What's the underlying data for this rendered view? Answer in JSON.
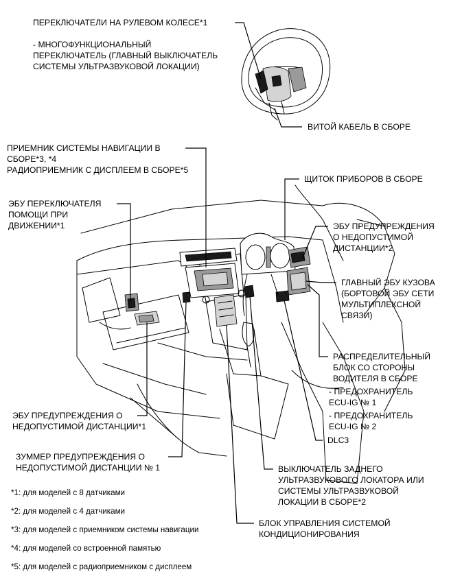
{
  "labels": {
    "steering_switches": "ПЕРЕКЛЮЧАТЕЛИ НА РУЛЕВОМ КОЛЕСЕ*1",
    "multifunction_switch": "- МНОГОФУНКЦИОНАЛЬНЫЙ\nПЕРЕКЛЮЧАТЕЛЬ (ГЛАВНЫЙ ВЫКЛЮЧАТЕЛЬ\nСИСТЕМЫ УЛЬТРАЗВУКОВОЙ ЛОКАЦИИ)",
    "spiral_cable": "ВИТОЙ КАБЕЛЬ В СБОРЕ",
    "navigation_receiver": "ПРИЕМНИК СИСТЕМЫ НАВИГАЦИИ В\nСБОРЕ*3, *4\nРАДИОПРИЕМНИК С ДИСПЛЕЕМ В СБОРЕ*5",
    "instrument_panel": "ЩИТОК ПРИБОРОВ В СБОРЕ",
    "driving_support_ecu": "ЭБУ ПЕРЕКЛЮЧАТЕЛЯ\nПОМОЩИ ПРИ\nДВИЖЕНИИ*1",
    "clearance_warning_ecu_2": "ЭБУ ПРЕДУПРЕЖДЕНИЯ\nО НЕДОПУСТИМОЙ\nДИСТАНЦИИ*2",
    "main_body_ecu": "ГЛАВНЫЙ ЭБУ КУЗОВА\n(БОРТОВОЙ ЭБУ СЕТИ\nМУЛЬТИПЛЕКСНОЙ\nСВЯЗИ)",
    "junction_block": "РАСПРЕДЕЛИТЕЛЬНЫЙ\nБЛОК СО СТОРОНЫ\nВОДИТЕЛЯ В СБОРЕ",
    "fuse_1": "- ПРЕДОХРАНИТЕЛЬ\nECU-IG № 1",
    "fuse_2": "- ПРЕДОХРАНИТЕЛЬ\nECU-IG № 2",
    "dlc3": "DLC3",
    "clearance_warning_ecu_1": "ЭБУ ПРЕДУПРЕЖДЕНИЯ О\nНЕДОПУСТИМОЙ ДИСТАНЦИИ*1",
    "buzzer": "ЗУММЕР ПРЕДУПРЕЖДЕНИЯ О\nНЕДОПУСТИМОЙ ДИСТАНЦИИ № 1",
    "rear_sonar_switch": "ВЫКЛЮЧАТЕЛЬ ЗАДНЕГО\nУЛЬТРАЗВУКОВОГО ЛОКАТОРА ИЛИ\nСИСТЕМЫ УЛЬТРАЗВУКОВОЙ\nЛОКАЦИИ В СБОРЕ*2",
    "ac_control": "БЛОК УПРАВЛЕНИЯ СИСТЕМОЙ\nКОНДИЦИОНИРОВАНИЯ"
  },
  "footnotes": [
    "*1: для моделей с 8 датчиками",
    "*2: для моделей с 4 датчиками",
    "*3: для моделей с приемником системы навигации",
    "*4: для моделей со встроенной памятью",
    "*5: для моделей с радиоприемником с дисплеем"
  ]
}
